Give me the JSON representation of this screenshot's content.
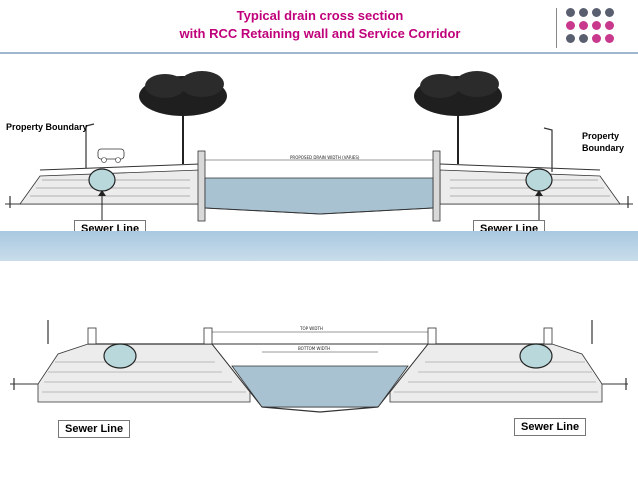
{
  "header": {
    "title_line1": "Typical drain cross section",
    "title_line2": "with RCC Retaining wall and Service Corridor"
  },
  "colors": {
    "title": "#c0007a",
    "dot_grey": "#5a5f70",
    "dot_pink": "#c8388c",
    "water": "#a8c2d2",
    "sewer_pipe": "#b8d8dc",
    "strip": "#a9c8e0"
  },
  "top_section": {
    "property_boundary_left": "Property Boundary",
    "property_boundary_right": "Property Boundary",
    "sewer_left": "Sewer Line",
    "sewer_right": "Sewer Line"
  },
  "bottom_section": {
    "sewer_left": "Sewer Line",
    "sewer_right": "Sewer Line"
  }
}
